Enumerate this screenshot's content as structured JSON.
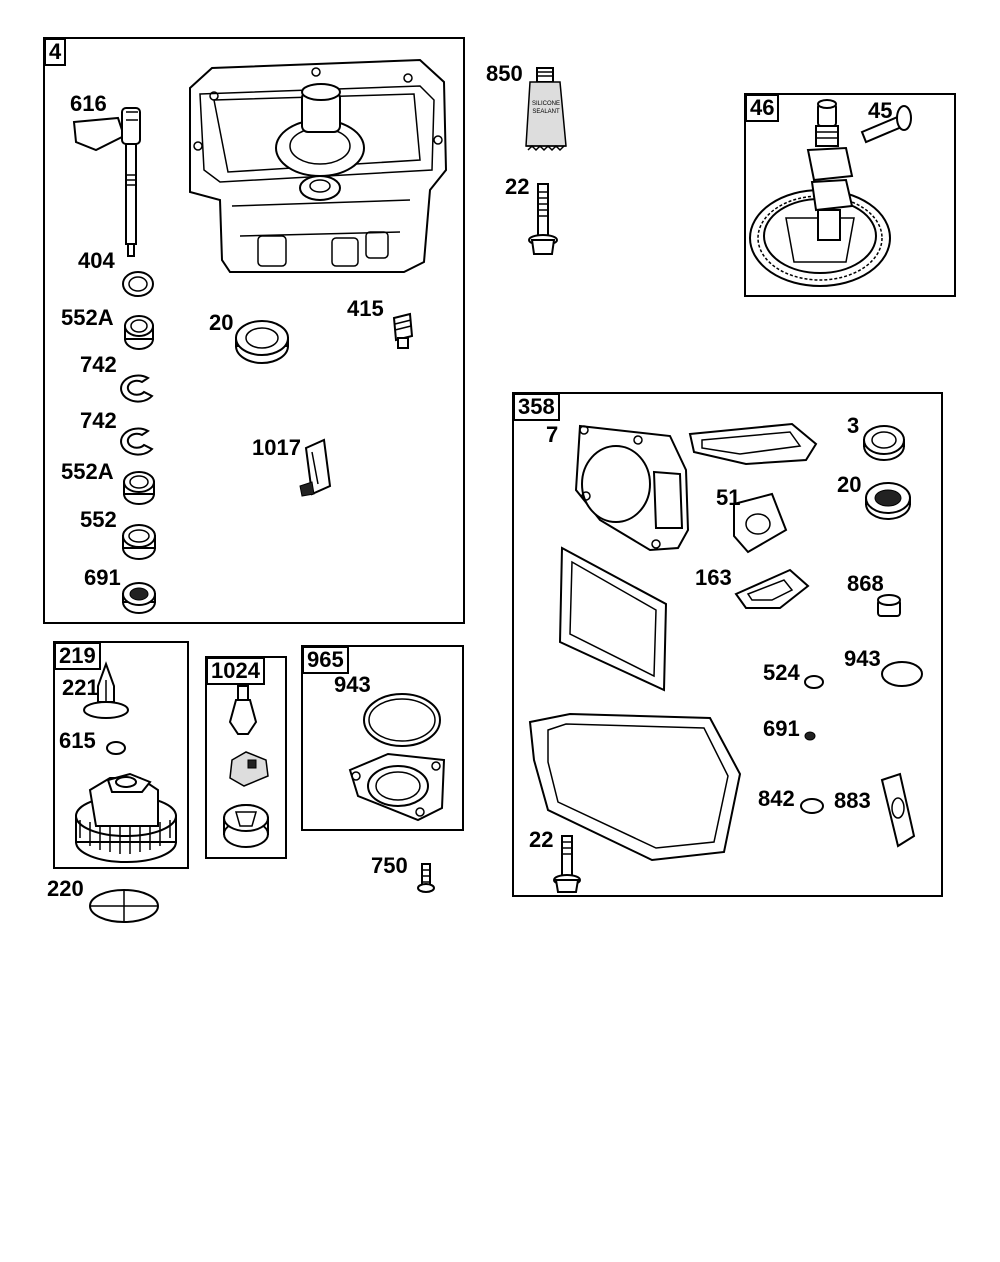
{
  "boxes": {
    "b4": "4",
    "b46": "46",
    "b358": "358",
    "b219": "219",
    "b1024": "1024",
    "b965": "965"
  },
  "labels": {
    "l616": "616",
    "l404": "404",
    "l552a_1": "552A",
    "l742_1": "742",
    "l742_2": "742",
    "l552a_2": "552A",
    "l552": "552",
    "l691_1": "691",
    "l20_1": "20",
    "l415": "415",
    "l1017": "1017",
    "l850": "850",
    "l22_1": "22",
    "l45": "45",
    "l7": "7",
    "l3": "3",
    "l20_2": "20",
    "l51": "51",
    "l163": "163",
    "l868": "868",
    "l524": "524",
    "l943_1": "943",
    "l691_2": "691",
    "l842": "842",
    "l883": "883",
    "l22_2": "22",
    "l221": "221",
    "l615": "615",
    "l220": "220",
    "l943_2": "943",
    "l750": "750"
  },
  "tube_text": [
    "SILICONE",
    "SEALANT"
  ]
}
